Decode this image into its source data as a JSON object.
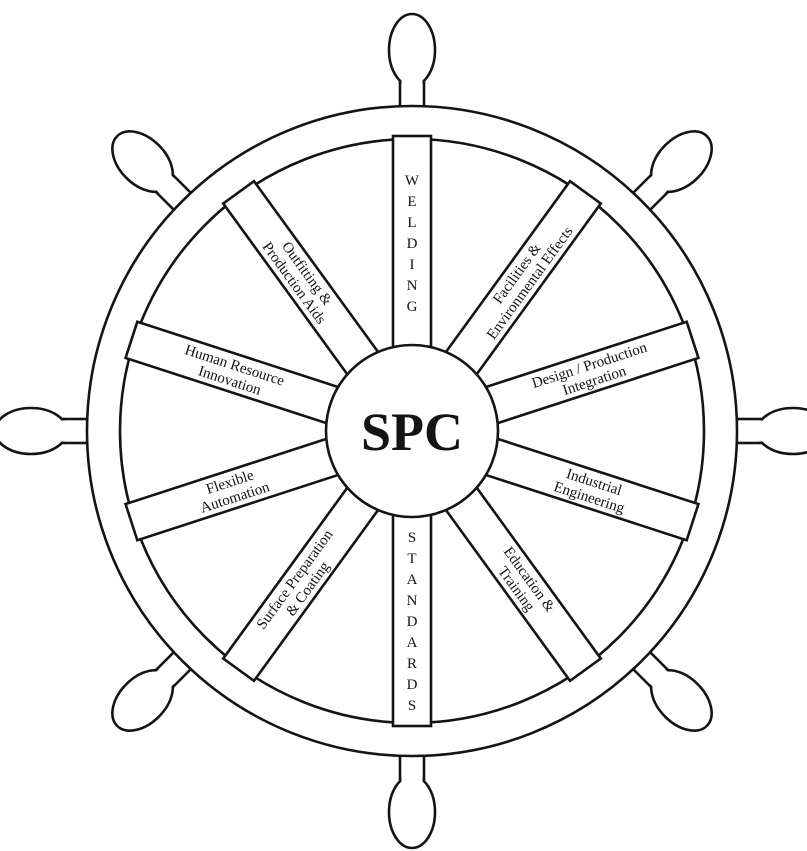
{
  "center_label": "SPC",
  "spokes": [
    {
      "id": "welding",
      "lines": [
        "WELDING"
      ],
      "stacked": true
    },
    {
      "id": "facilities",
      "lines": [
        "Facilities &",
        "Environmental Effects"
      ]
    },
    {
      "id": "design",
      "lines": [
        "Design / Production",
        "Integration"
      ]
    },
    {
      "id": "industrial",
      "lines": [
        "Industrial",
        "Engineering"
      ]
    },
    {
      "id": "education",
      "lines": [
        "Education &",
        "Training"
      ]
    },
    {
      "id": "standards",
      "lines": [
        "STANDARDS"
      ],
      "stacked": true
    },
    {
      "id": "surface",
      "lines": [
        "Surface Preparation",
        "& Coating"
      ]
    },
    {
      "id": "flexible",
      "lines": [
        "Flexible",
        "Automation"
      ]
    },
    {
      "id": "human",
      "lines": [
        "Human Resource",
        "Innovation"
      ]
    },
    {
      "id": "outfitting",
      "lines": [
        "Outfitting &",
        "Production Aids"
      ]
    }
  ],
  "colors": {
    "ink": "#141414",
    "paper": "#ffffff"
  }
}
